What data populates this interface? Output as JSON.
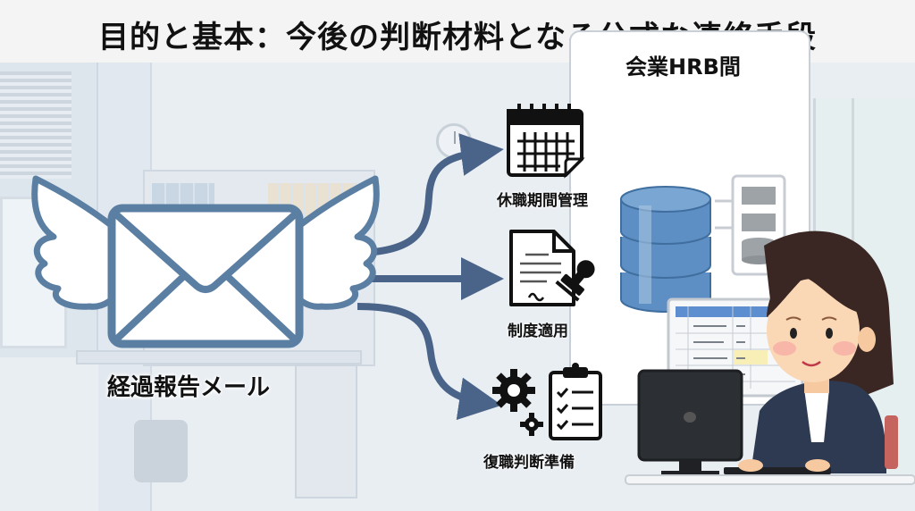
{
  "title": "目的と基本：今後の判断材料となる公式な連絡手段",
  "source": {
    "label": "経過報告メール",
    "icon": "winged-envelope-icon"
  },
  "destination": {
    "label": "会業HRB間"
  },
  "items": [
    {
      "label": "休職期間管理",
      "icon": "calendar-icon"
    },
    {
      "label": "制度適用",
      "icon": "document-stamp-icon"
    },
    {
      "label": "復職判断準備",
      "icon": "gear-checklist-icon"
    }
  ],
  "colors": {
    "arrow": "#4a6388",
    "envelope_stroke": "#5b7fa3",
    "database": "#5d8fc4"
  }
}
